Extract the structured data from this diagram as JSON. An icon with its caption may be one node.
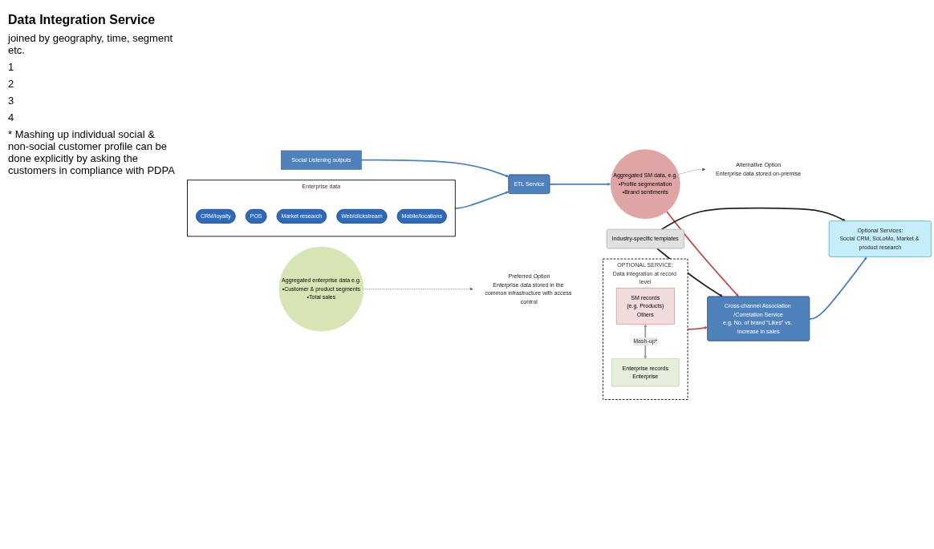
{
  "diagram": {
    "nodes": [
      {
        "text": [
          "Social Listening outputs"
        ]
      },
      {
        "text": [
          "Enterprise data"
        ]
      },
      {
        "text": [
          "CRM/loyalty"
        ],
        "in": 1
      },
      {
        "text": [
          "POS"
        ],
        "in": 1
      },
      {
        "text": [
          "Market research"
        ],
        "in": 1
      },
      {
        "text": [
          "Web/clickstream"
        ],
        "in": 1
      },
      {
        "text": [
          "Mobile/locations"
        ],
        "in": 1
      },
      {
        "text": [
          "ETL Service"
        ]
      },
      {
        "text": [
          "Aggregated SM data, e.g.",
          "•Profile segmentation",
          "•Brand sentiments"
        ]
      },
      {
        "text": [
          "Aggregated enterprise data e.g.",
          "•Customer & product segments",
          "•Total sales"
        ]
      },
      {
        "text": [
          "Alternative Option",
          "Enterprise data stored on-premise"
        ]
      },
      {
        "text": [
          "Preferred Option",
          "Enterprise data stored in the common infrastructure with access control"
        ]
      },
      {
        "text": [
          "Industry-specific templates"
        ]
      },
      {
        "text": [
          "Cross-channel Association /Correlation Service",
          "e.g. No. of brand “Likes” vs. Increase in sales"
        ]
      },
      {
        "text": [
          "Optional Services:",
          "Social CRM, SoLoMo, Market & product research"
        ]
      },
      {
        "text": [
          "OPTIONAL SERVICE:",
          "Data integration at record level"
        ]
      },
      {
        "text": [
          "SM records",
          "(e.g. Products)",
          "Others"
        ],
        "in": 15
      },
      {
        "text": [
          "Enterprise records",
          "Enterprise"
        ],
        "in": 15
      }
    ],
    "edges": [
      {
        "from": 0,
        "to": 7,
        "arrow": "to"
      },
      {
        "from": 1,
        "to": 7,
        "arrow": "to"
      },
      {
        "from": 7,
        "to": 8,
        "arrow": "to"
      },
      {
        "from": 8,
        "to": 10,
        "arrow": "to",
        "style": "dashed",
        "color": "#555555"
      },
      {
        "from": 9,
        "to": 11,
        "arrow": "to",
        "style": "dashed",
        "color": "#555555"
      },
      {
        "from": 8,
        "to": 13,
        "arrow": "to",
        "color": "#c0504d"
      },
      {
        "from": 15,
        "to": 13,
        "arrow": "to",
        "color": "#c0504d"
      },
      {
        "from": 12,
        "to": 13,
        "arrow": "to",
        "color": "#222222"
      },
      {
        "from": 12,
        "to": 14,
        "arrow": "to",
        "color": "#222222"
      },
      {
        "from": 13,
        "to": 14,
        "arrow": "to"
      },
      {
        "from": 16,
        "to": 17,
        "arrow": "both",
        "label": "Mash-up*",
        "color": "#999999"
      }
    ],
    "labels": [
      "Data Integration Service",
      "joined by geography, time, segment etc.",
      "1",
      "2",
      "3",
      "4",
      "* Mashing up individual social & non-social customer profile can be done explicitly by asking the customers in compliance with PDPA"
    ]
  }
}
